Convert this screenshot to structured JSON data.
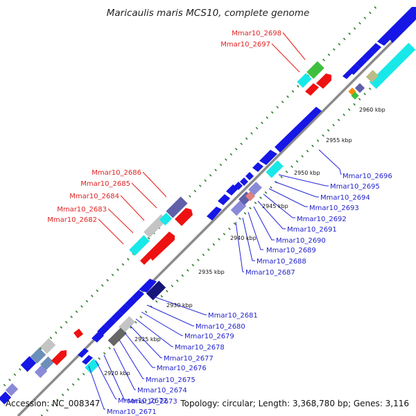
{
  "title": "Maricaulis maris MCS10, complete genome",
  "accession": "Accession: NC_008347",
  "topology": "Topology: circular; Length: 3,368,780 bp; Genes: 3,116",
  "colors": {
    "background": "#ffffff",
    "backbone": "#8a8a8a",
    "tick_dot": "#2e7d2e",
    "leader_red": "#e8302c",
    "leader_blue": "#2323d8",
    "label_red": "#dd2222",
    "label_blue": "#2222cc",
    "gene_blue": "#1616e6",
    "gene_red": "#ee1111",
    "gene_cyan": "#19e8e8",
    "gene_purple": "#5f5faa",
    "gene_lavender": "#8a8ad8",
    "gene_gray": "#c4c4c4",
    "gene_darkgray": "#666666",
    "gene_navy": "#16167a",
    "gene_green": "#3fbf3f",
    "gene_steel": "#6b8fb8"
  },
  "kbp_markers": [
    "2920 kbp",
    "2925 kbp",
    "2930 kbp",
    "2935 kbp",
    "2940 kbp",
    "2945 kbp",
    "2950 kbp",
    "2955 kbp",
    "2960 kbp"
  ],
  "red_labels": [
    "Mmar10_2698",
    "Mmar10_2697",
    "Mmar10_2686",
    "Mmar10_2685",
    "Mmar10_2684",
    "Mmar10_2683",
    "Mmar10_2682"
  ],
  "blue_labels": [
    "Mmar10_2696",
    "Mmar10_2695",
    "Mmar10_2694",
    "Mmar10_2693",
    "Mmar10_2692",
    "Mmar10_2691",
    "Mmar10_2690",
    "Mmar10_2689",
    "Mmar10_2688",
    "Mmar10_2687",
    "Mmar10_2681",
    "Mmar10_2680",
    "Mmar10_2679",
    "Mmar10_2678",
    "Mmar10_2677",
    "Mmar10_2676",
    "Mmar10_2675",
    "Mmar10_2674",
    "Mmar10_2673",
    "Mmar10_2672",
    "Mmar10_2671"
  ]
}
